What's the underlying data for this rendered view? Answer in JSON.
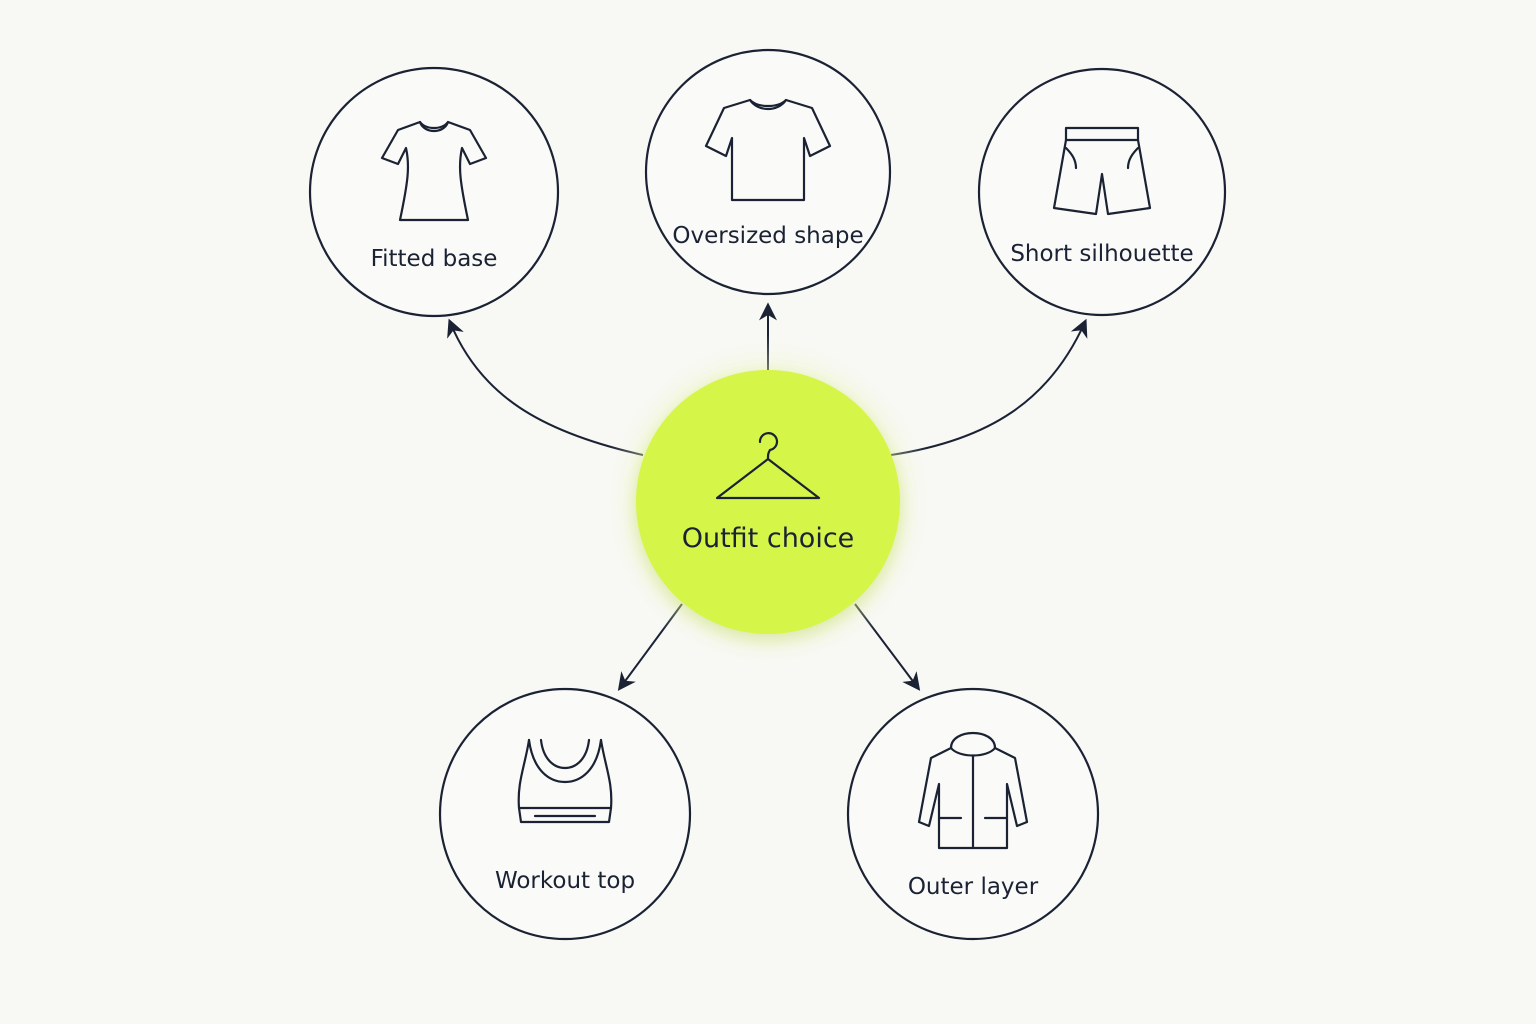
{
  "colors": {
    "background": "#f8f8f5",
    "center_fill": "#d6f548",
    "line": "#1a2233"
  },
  "center": {
    "label": "Outfit choice",
    "icon": "hanger-icon"
  },
  "nodes": [
    {
      "id": "fitted-base",
      "label": "Fitted base",
      "icon": "fitted-tshirt-icon"
    },
    {
      "id": "oversized-shape",
      "label": "Oversized shape",
      "icon": "oversized-tshirt-icon"
    },
    {
      "id": "short-silhouette",
      "label": "Short silhouette",
      "icon": "shorts-icon"
    },
    {
      "id": "workout-top",
      "label": "Workout top",
      "icon": "sports-bra-icon"
    },
    {
      "id": "outer-layer",
      "label": "Outer layer",
      "icon": "hooded-jacket-icon"
    }
  ]
}
